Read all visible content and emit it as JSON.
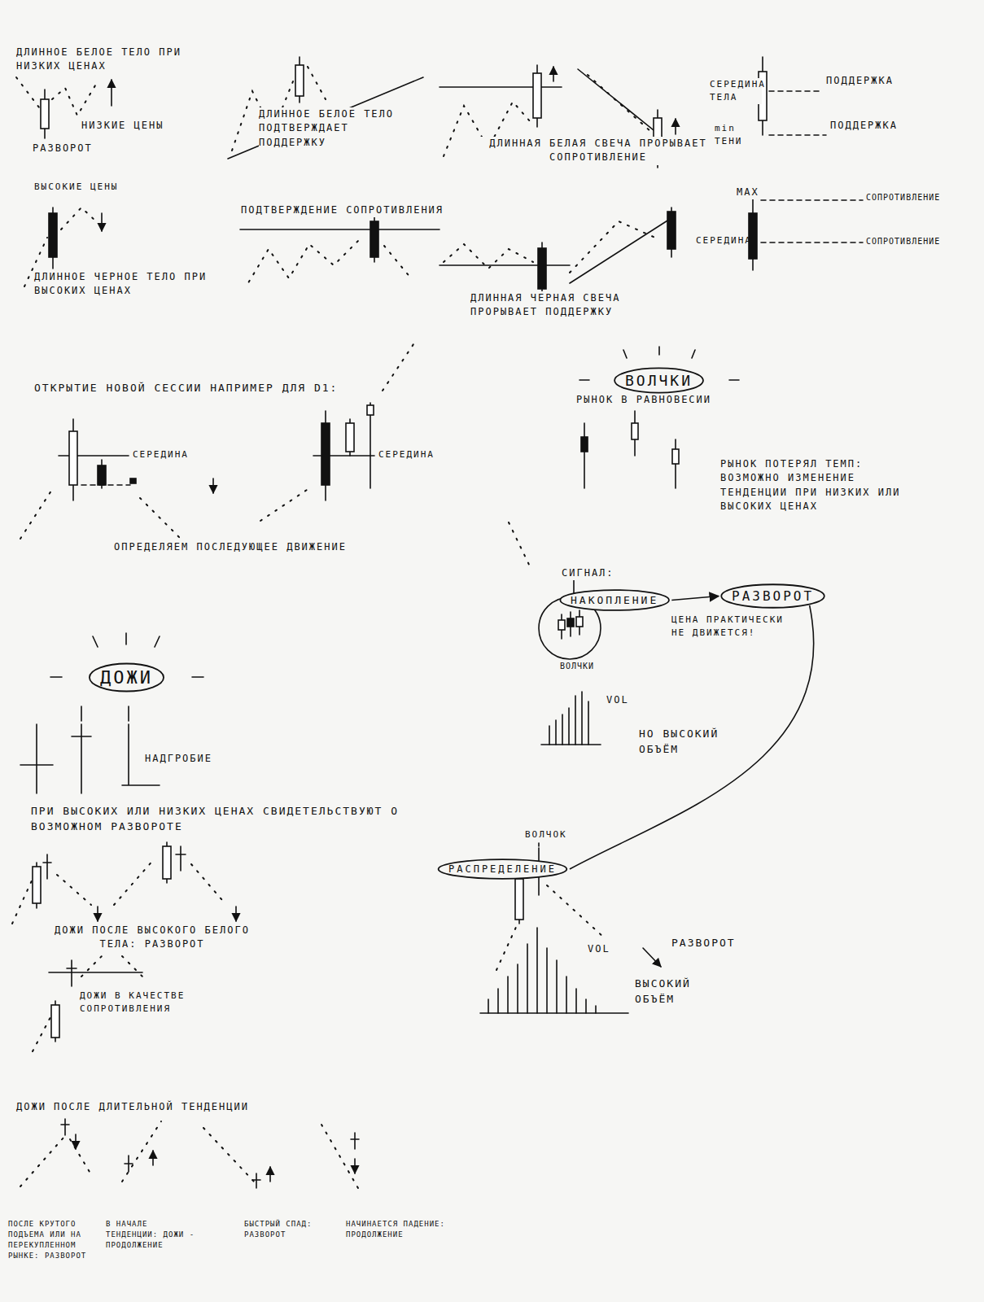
{
  "diagram": {
    "nodes": [
      {
        "text": [
          "ВОЛЧКИ"
        ]
      },
      {
        "text": [
          "ДОЖИ"
        ]
      },
      {
        "text": [
          "НАКОПЛЕНИЕ"
        ]
      },
      {
        "text": [
          "РАЗВОРОТ"
        ]
      },
      {
        "text": [
          "РАСПРЕДЕЛЕНИЕ"
        ]
      }
    ],
    "edges": [
      {
        "from": 2,
        "to": 3,
        "arrow": "to"
      },
      {
        "from": 3,
        "to": 4,
        "arrow": "none"
      }
    ],
    "labels": [
      "ДЛИННОЕ БЕЛОЕ ТЕЛО ПРИ НИЗКИХ ЦЕНАХ",
      "НИЗКИЕ ЦЕНЫ",
      "РАЗВОРОТ",
      "ДЛИННОЕ БЕЛОЕ ТЕЛО ПОДТВЕРЖДАЕТ ПОДДЕРЖКУ",
      "ДЛИННАЯ БЕЛАЯ СВЕЧА ПРОРЫВАЕТ СОПРОТИВЛЕНИЕ",
      "СЕРЕДИНА ТЕЛА",
      "ПОДДЕРЖКА",
      "min ТЕНИ",
      "ПОДДЕРЖКА",
      "ВЫСОКИЕ ЦЕНЫ",
      "ДЛИННОЕ ЧЕРНОЕ ТЕЛО ПРИ ВЫСОКИХ ЦЕНАХ",
      "ПОДТВЕРЖДЕНИЕ СОПРОТИВЛЕНИЯ",
      "ДЛИННАЯ ЧЕРНАЯ СВЕЧА ПРОРЫВАЕТ ПОДДЕРЖКУ",
      "MAX",
      "СОПРОТИВЛЕНИЕ",
      "СЕРЕДИНА",
      "СОПРОТИВЛЕНИЕ",
      "ОТКРЫТИЕ НОВОЙ СЕССИИ НАПРИМЕР ДЛЯ D1:",
      "СЕРЕДИНА",
      "СЕРЕДИНА",
      "ОПРЕДЕЛЯЕМ ПОСЛЕДУЮЩЕЕ ДВИЖЕНИЕ",
      "РЫНОК В РАВНОВЕСИИ",
      "РЫНОК ПОТЕРЯЛ ТЕМП: ВОЗМОЖНО ИЗМЕНЕНИЕ ТЕНДЕНЦИИ ПРИ НИЗКИХ ИЛИ ВЫСОКИХ ЦЕНАХ",
      "СИГНАЛ:",
      "ЦЕНА ПРАКТИЧЕСКИ НЕ ДВИЖЕТСЯ!",
      "ВОЛЧКИ",
      "VOL",
      "НО ВЫСОКИЙ ОБЪЁМ",
      "НАДГРОБИЕ",
      "ПРИ ВЫСОКИХ ИЛИ НИЗКИХ ЦЕНАХ СВИДЕТЕЛЬСТВУЮТ О ВОЗМОЖНОМ РАЗВОРОТЕ",
      "ДОЖИ ПОСЛЕ ВЫСОКОГО БЕЛОГО ТЕЛА: РАЗВОРОТ",
      "ДОЖИ В КАЧЕСТВЕ СОПРОТИВЛЕНИЯ",
      "ВОЛЧОК",
      "VOL",
      "РАЗВОРОТ",
      "ВЫСОКИЙ ОБЪЁМ",
      "ДОЖИ ПОСЛЕ ДЛИТЕЛЬНОЙ ТЕНДЕНЦИИ",
      "ПОСЛЕ КРУТОГО ПОДЪЕМА ИЛИ НА ПЕРЕКУПЛЕННОМ РЫНКЕ: РАЗВОРОТ",
      "В НАЧАЛЕ ТЕНДЕНЦИИ: ДОЖИ - ПРОДОЛЖЕНИЕ",
      "БЫСТРЫЙ СПАД: РАЗВОРОТ",
      "НАЧИНАЕТСЯ ПАДЕНИЕ: ПРОДОЛЖЕНИЕ"
    ]
  }
}
